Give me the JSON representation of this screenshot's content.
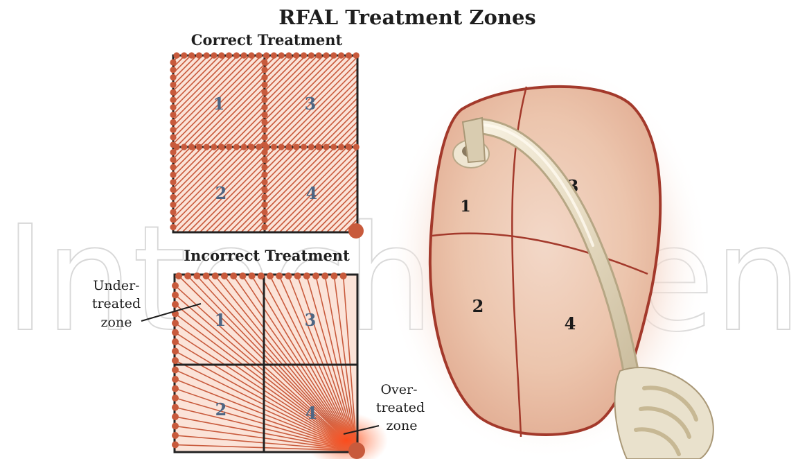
{
  "title": "RFAL Treatment Zones",
  "watermark": "IntechOpen",
  "correct_panel": {
    "heading": "Correct Treatment",
    "zones": [
      "1",
      "3",
      "2",
      "4"
    ]
  },
  "incorrect_panel": {
    "heading": "Incorrect Treatment",
    "zones": [
      "1",
      "3",
      "2",
      "4"
    ],
    "under_label": [
      "Under-",
      "treated",
      "zone"
    ],
    "over_label": [
      "Over-",
      "treated",
      "zone"
    ]
  },
  "illustration": {
    "zones": [
      "1",
      "3",
      "2",
      "4"
    ]
  },
  "colors": {
    "accent": "#c85a3c",
    "hatch_fill": "#fbe3d8",
    "skin": "#e6b49a",
    "grid_line": "#222222",
    "zone_text": "#4d6684"
  }
}
